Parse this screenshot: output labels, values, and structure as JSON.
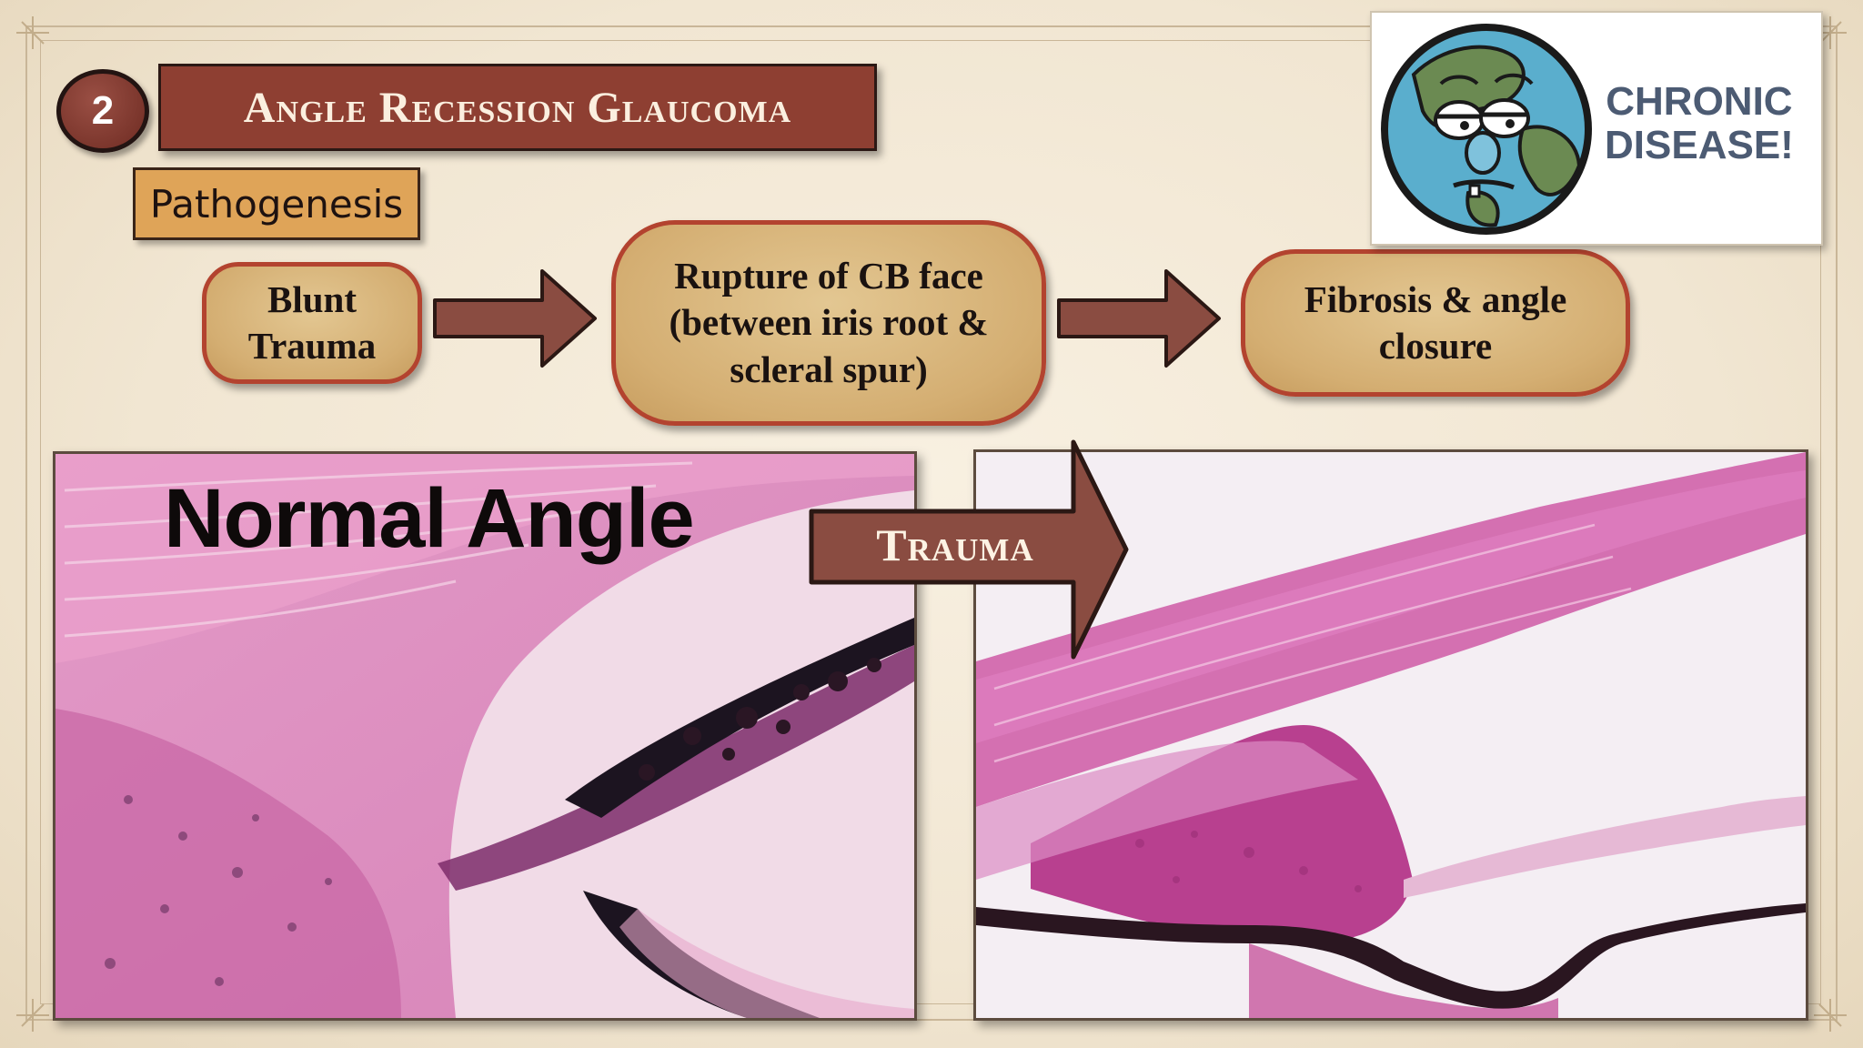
{
  "slide": {
    "number": "2",
    "title": "Angle Recession Glaucoma",
    "section_label": "Pathogenesis"
  },
  "flow": [
    {
      "line1": "Blunt",
      "line2": "Trauma",
      "line3": ""
    },
    {
      "line1": "Rupture of CB face",
      "line2": "(between iris root &",
      "line3": "scleral spur)"
    },
    {
      "line1": "Fibrosis & angle",
      "line2": "closure",
      "line3": ""
    }
  ],
  "images": {
    "left_label": "Normal Angle",
    "arrow_label": "Trauma"
  },
  "cartoon": {
    "line1": "CHRONIC",
    "line2": "DISEASE!"
  },
  "colors": {
    "title_bar": "#8e3f32",
    "flow_box_fill": "#d4ae72",
    "flow_box_border": "#b3432f",
    "arrow": "#8a4c41",
    "tissue_pink": "#d877b4",
    "cartoon_text": "#4c5b73"
  }
}
